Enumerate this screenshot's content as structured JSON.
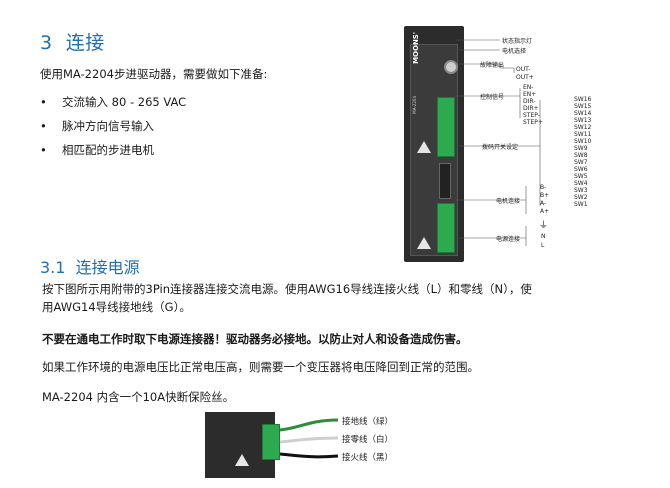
{
  "section": {
    "number": "3",
    "title": "连接"
  },
  "intro": "使用MA-2204步进驱动器，需要做如下准备:",
  "bullets": [
    "交流输入 80 - 265 VAC",
    "脉冲方向信号输入",
    "相匹配的步进电机"
  ],
  "subsection": {
    "number": "3.1",
    "title": "连接电源"
  },
  "paragraphs": {
    "p1_line1": "按下图所示用附带的3Pin连接器连接交流电源。使用AWG16导线连接火线（L）和零线（N），使",
    "p1_line2": "用AWG14导线接地线（G）。",
    "p2": "不要在通电工作时取下电源连接器！驱动器务必接地。以防止对人和设备造成伤害。",
    "p3": "如果工作环境的电源电压比正常电压高，则需要一个变压器将电压降回到正常的范围。",
    "p4": "MA-2204 内含一个10A快断保险丝。"
  },
  "diagram": {
    "brand": "MOONS'",
    "model": "MA-2204",
    "labels": {
      "status_led": "状态指示灯",
      "motor_select": "电机选择",
      "fault_output": "故障输出",
      "control_signal": "控制信号",
      "dip_switch": "拨码开关设定",
      "motor_conn": "电机连接",
      "power_conn": "电源连接"
    },
    "out_pins": [
      "OUT-",
      "OUT+"
    ],
    "ctrl_pins": [
      "EN-",
      "EN+",
      "DIR-",
      "DIR+",
      "STEP-",
      "STEP+"
    ],
    "switches": [
      "SW16",
      "SW15",
      "SW14",
      "SW13",
      "SW12",
      "SW11",
      "SW10",
      "SW9",
      "SW8",
      "SW7",
      "SW6",
      "SW5",
      "SW4",
      "SW3",
      "SW2",
      "SW1"
    ],
    "motor_pins": [
      "B-",
      "B+",
      "A-",
      "A+"
    ],
    "power_pins": [
      "N",
      "L"
    ],
    "ground_symbol": "⏚"
  },
  "wiring": {
    "ground": "接地线（绿）",
    "neutral": "接零线（白）",
    "live": "接火线（黑）"
  },
  "colors": {
    "heading": "#1f6fb2",
    "terminal": "#2daa4f"
  }
}
